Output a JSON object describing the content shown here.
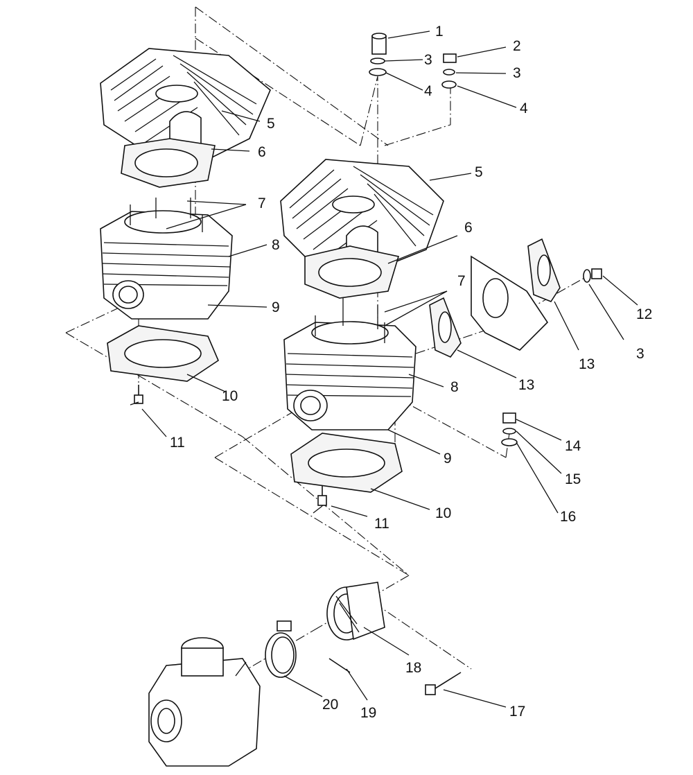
{
  "diagram": {
    "callouts": [
      "1",
      "2",
      "3",
      "3",
      "4",
      "4",
      "5",
      "6",
      "7",
      "8",
      "9",
      "10",
      "11",
      "5",
      "6",
      "7",
      "13",
      "8",
      "12",
      "3",
      "13",
      "9",
      "10",
      "11",
      "14",
      "15",
      "16",
      "18",
      "20",
      "19",
      "17"
    ]
  }
}
